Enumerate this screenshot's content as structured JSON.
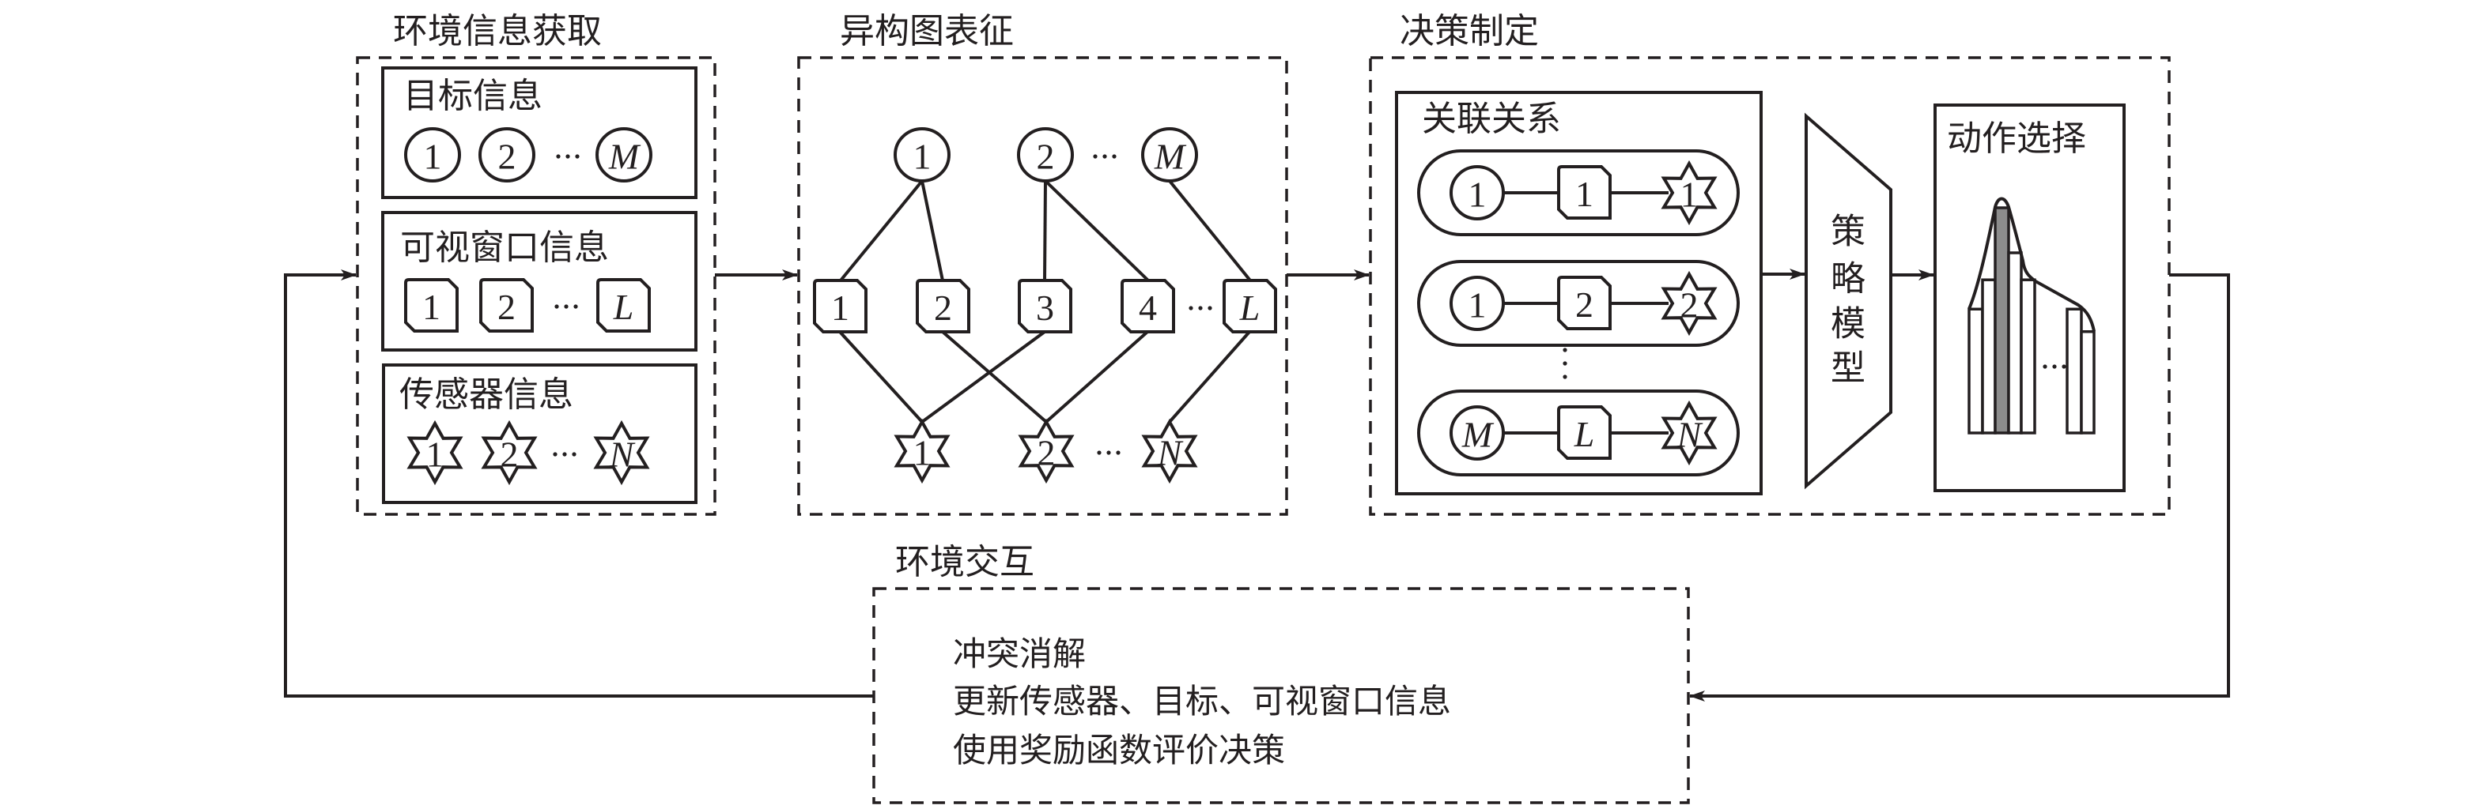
{
  "diagram": {
    "sections": {
      "env_acquisition": {
        "title": "环境信息获取",
        "groups": {
          "targets": {
            "label": "目标信息",
            "nodes": [
              "1",
              "2",
              "M"
            ]
          },
          "windows": {
            "label": "可视窗口信息",
            "nodes": [
              "1",
              "2",
              "L"
            ]
          },
          "sensors": {
            "label": "传感器信息",
            "nodes": [
              "1",
              "2",
              "N"
            ]
          }
        }
      },
      "hetero_graph": {
        "title": "异构图表征",
        "targets": [
          "1",
          "2",
          "M"
        ],
        "windows": [
          "1",
          "2",
          "3",
          "4",
          "L"
        ],
        "sensors": [
          "1",
          "2",
          "N"
        ],
        "edges": [
          {
            "from": "target:1",
            "to": "window:1"
          },
          {
            "from": "target:1",
            "to": "window:2"
          },
          {
            "from": "target:2",
            "to": "window:3"
          },
          {
            "from": "target:2",
            "to": "window:4"
          },
          {
            "from": "target:M",
            "to": "window:L"
          },
          {
            "from": "window:1",
            "to": "sensor:1"
          },
          {
            "from": "window:2",
            "to": "sensor:2"
          },
          {
            "from": "window:3",
            "to": "sensor:1"
          },
          {
            "from": "window:4",
            "to": "sensor:2"
          },
          {
            "from": "window:L",
            "to": "sensor:N"
          }
        ]
      },
      "decision": {
        "title": "决策制定",
        "relations": {
          "label": "关联关系",
          "rows": [
            {
              "target": "1",
              "window": "1",
              "sensor": "1"
            },
            {
              "target": "1",
              "window": "2",
              "sensor": "2"
            },
            {
              "target": "M",
              "window": "L",
              "sensor": "N"
            }
          ]
        },
        "policy_model": {
          "label": "策略模型"
        },
        "action_selection": {
          "label": "动作选择",
          "bars": [
            0.55,
            0.68,
            1.0,
            0.8,
            0.68,
            0.55,
            0.45
          ],
          "selected_index": 2,
          "selected_color": "#8c8c8c"
        }
      },
      "env_interaction": {
        "title": "环境交互",
        "lines": [
          "冲突消解",
          "更新传感器、目标、可视窗口信息",
          "使用奖励函数评价决策"
        ]
      }
    },
    "ellipsis": "…"
  }
}
